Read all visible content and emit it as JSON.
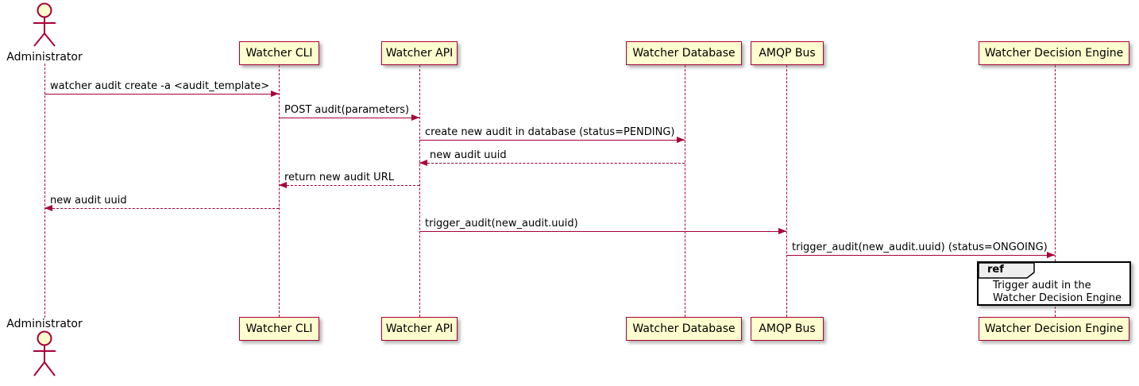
{
  "diagram": {
    "type": "sequence-diagram",
    "background": "#FFFFFF"
  },
  "colors": {
    "participant_fill": "#FEFECE",
    "participant_border": "#A80036",
    "lifeline": "#A80036",
    "arrow": "#A80036",
    "text": "#000000",
    "ref_fill": "#FFFFFF",
    "ref_border": "#000000",
    "ref_tab_fill": "#EEEEEE"
  },
  "participants": [
    {
      "name": "Administrator",
      "type": "actor"
    },
    {
      "name": "Watcher CLI",
      "type": "participant"
    },
    {
      "name": "Watcher API",
      "type": "participant"
    },
    {
      "name": "Watcher Database",
      "type": "participant"
    },
    {
      "name": "AMQP Bus",
      "type": "participant"
    },
    {
      "name": "Watcher Decision Engine",
      "type": "participant"
    }
  ],
  "messages": [
    {
      "label": "watcher audit create -a <audit_template>",
      "from": "Administrator",
      "to": "Watcher CLI",
      "style": "solid"
    },
    {
      "label": "POST audit(parameters)",
      "from": "Watcher CLI",
      "to": "Watcher API",
      "style": "solid"
    },
    {
      "label": "create new audit in database (status=PENDING)",
      "from": "Watcher API",
      "to": "Watcher Database",
      "style": "solid"
    },
    {
      "label": "new audit uuid",
      "from": "Watcher Database",
      "to": "Watcher API",
      "style": "dashed"
    },
    {
      "label": "return new audit URL",
      "from": "Watcher API",
      "to": "Watcher CLI",
      "style": "dashed"
    },
    {
      "label": "new audit uuid",
      "from": "Watcher CLI",
      "to": "Administrator",
      "style": "dashed"
    },
    {
      "label": "trigger_audit(new_audit.uuid)",
      "from": "Watcher API",
      "to": "AMQP Bus",
      "style": "solid"
    },
    {
      "label": "trigger_audit(new_audit.uuid) (status=ONGOING)",
      "from": "AMQP Bus",
      "to": "Watcher Decision Engine",
      "style": "solid"
    }
  ],
  "ref_fragment": {
    "keyword": "ref",
    "line1": "Trigger audit in the",
    "line2": "Watcher Decision Engine",
    "over": "Watcher Decision Engine"
  }
}
